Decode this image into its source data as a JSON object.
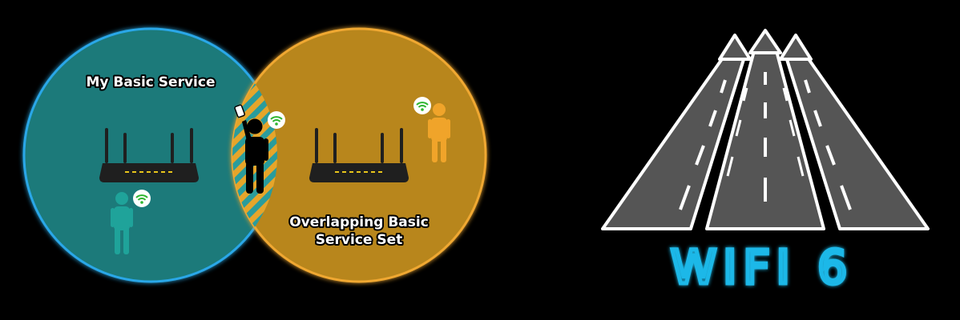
{
  "diagram": {
    "left_circle_label": "My Basic Service",
    "right_circle_label_line1": "Overlapping Basic",
    "right_circle_label_line2": "Service Set"
  },
  "logo": {
    "text": "WIFI 6"
  },
  "colors": {
    "background": "#000000",
    "my_bss_fill": "#1a7a7a",
    "my_bss_glow": "#2aa7e8",
    "obss_fill": "#b8861f",
    "obss_glow": "#f0a830",
    "overlap_stripe_a": "#2a9c9c",
    "overlap_stripe_b": "#e6a52a",
    "router": "#1f1f1f",
    "router_leds": "#e8c51a",
    "person_teal": "#1fa39a",
    "person_orange": "#f0a42a",
    "person_black": "#000000",
    "wifi_icon": "#2fb52f",
    "road": "#555555",
    "road_edge": "#ffffff",
    "wifi6_text": "#1fb8e8"
  },
  "icons": [
    "router-icon",
    "person-icon",
    "wifi-signal-icon",
    "smartphone-icon",
    "highway-arrows-icon"
  ]
}
